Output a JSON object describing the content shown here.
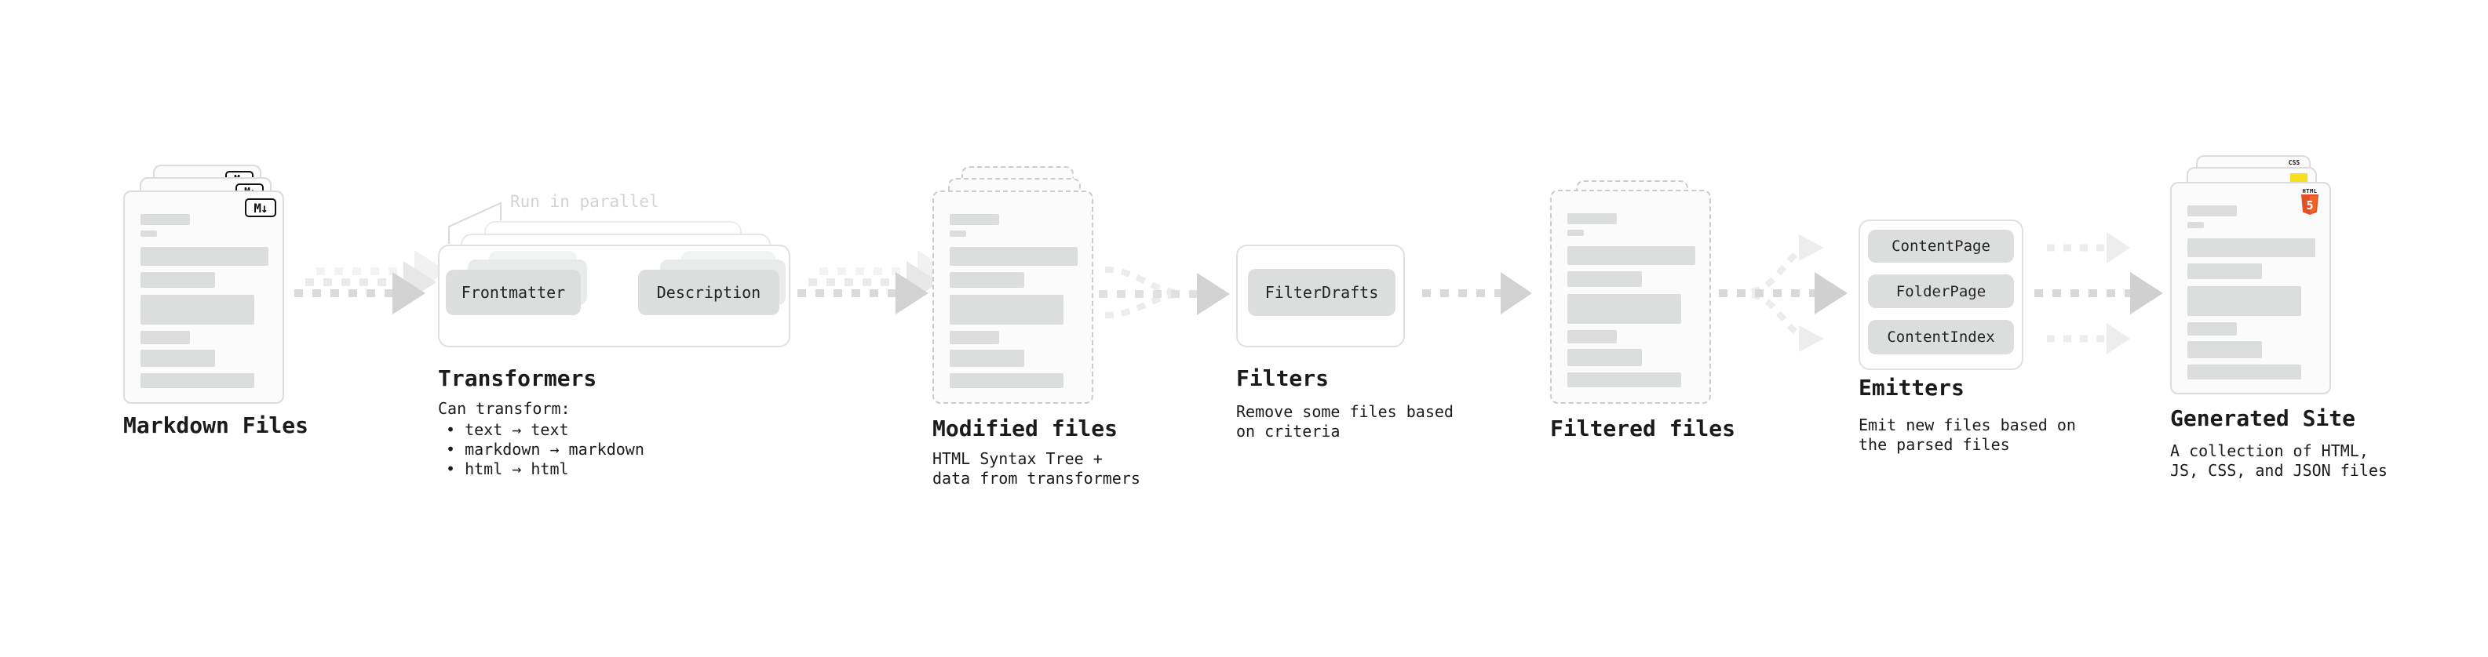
{
  "stages": {
    "markdown": {
      "title": "Markdown Files",
      "file_icon": "M↓"
    },
    "transformers": {
      "title": "Transformers",
      "annotation": "Run in parallel",
      "pills": [
        "Frontmatter",
        "Description"
      ],
      "desc_heading": "Can transform:",
      "bullets": [
        "• text → text",
        "• markdown → markdown",
        "• html → html"
      ]
    },
    "modified": {
      "title": "Modified files",
      "desc_line1": "HTML Syntax Tree +",
      "desc_line2": "data from transformers"
    },
    "filters": {
      "title": "Filters",
      "pills": [
        "FilterDrafts"
      ],
      "desc_line1": "Remove some files based",
      "desc_line2": "on criteria"
    },
    "filtered": {
      "title": "Filtered files"
    },
    "emitters": {
      "title": "Emitters",
      "pills": [
        "ContentPage",
        "FolderPage",
        "ContentIndex"
      ],
      "desc_line1": "Emit new files based on",
      "desc_line2": "the parsed files"
    },
    "generated": {
      "title": "Generated Site",
      "desc_line1": "A collection of HTML,",
      "desc_line2": "JS, CSS, and JSON files",
      "html5_label": "HTML",
      "html5_number": "5",
      "css_label": "CSS"
    }
  },
  "colors": {
    "markdown_icon": "#111111",
    "html5_orange": "#e34f26",
    "html5_orange_light": "#f16529",
    "js_yellow": "#f7df1e",
    "css_blue": "#2965f1"
  }
}
